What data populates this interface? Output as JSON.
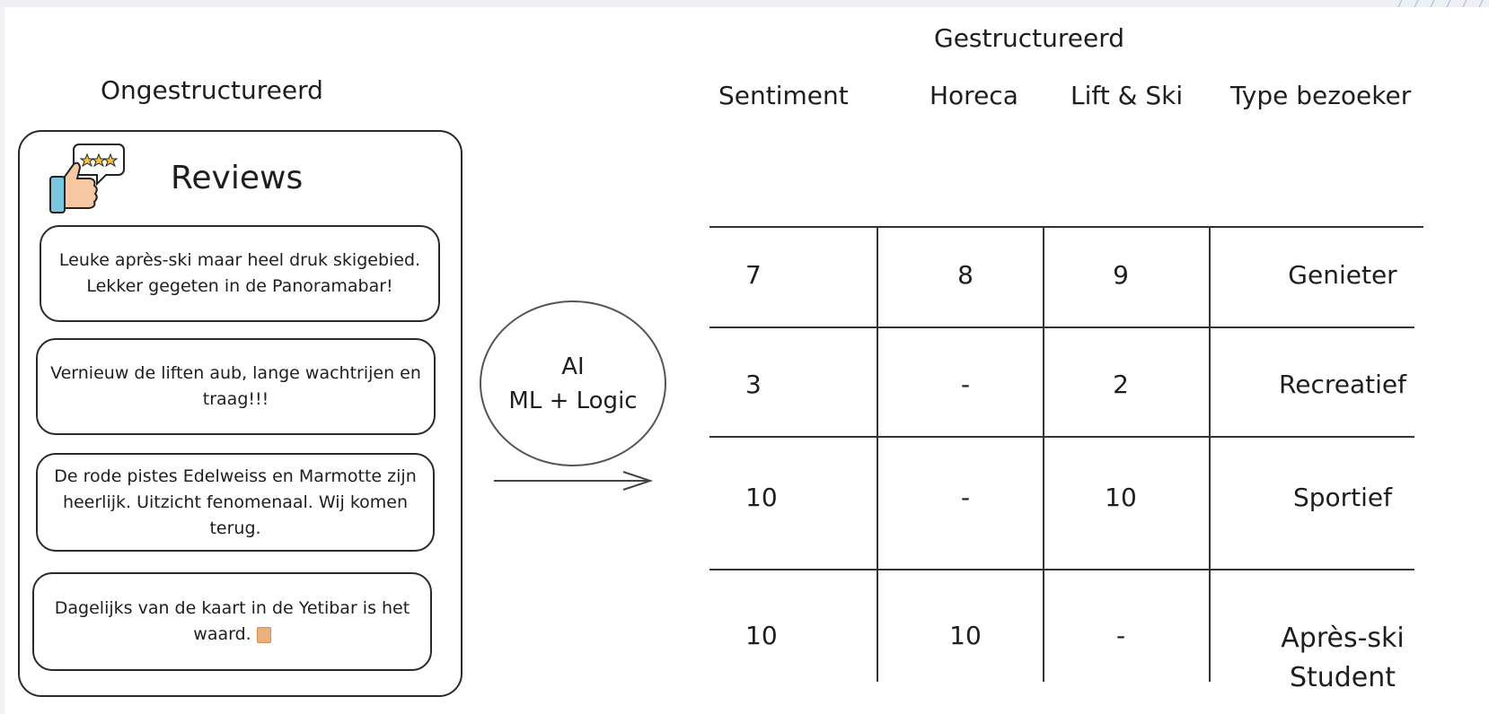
{
  "titles": {
    "unstructured": "Ongestructureerd",
    "structured": "Gestructureerd"
  },
  "reviews": {
    "heading": "Reviews",
    "items": [
      "Leuke après-ski maar heel druk skigebied. Lekker gegeten in de Panoramabar!",
      "Vernieuw de liften aub, lange wachtrijen en traag!!!",
      "De rode pistes Edelweiss en Marmotte zijn heerlijk. Uitzicht fenomenaal. Wij komen terug.",
      "Dagelijks van de kaart in de Yetibar is het waard."
    ]
  },
  "ai": {
    "line1": "AI",
    "line2": "ML + Logic"
  },
  "table": {
    "headers": [
      "Sentiment",
      "Horeca",
      "Lift & Ski",
      "Type bezoeker"
    ],
    "rows": [
      [
        "7",
        "8",
        "9",
        "Genieter"
      ],
      [
        "3",
        "-",
        "2",
        "Recreatief"
      ],
      [
        "10",
        "-",
        "10",
        "Sportief"
      ],
      [
        "10",
        "10",
        "-",
        "Après-ski Student"
      ]
    ]
  },
  "icons": [
    "thumbs-up-icon",
    "star-speech-bubble-icon",
    "beer-emoji-icon",
    "arrow-right-icon"
  ]
}
